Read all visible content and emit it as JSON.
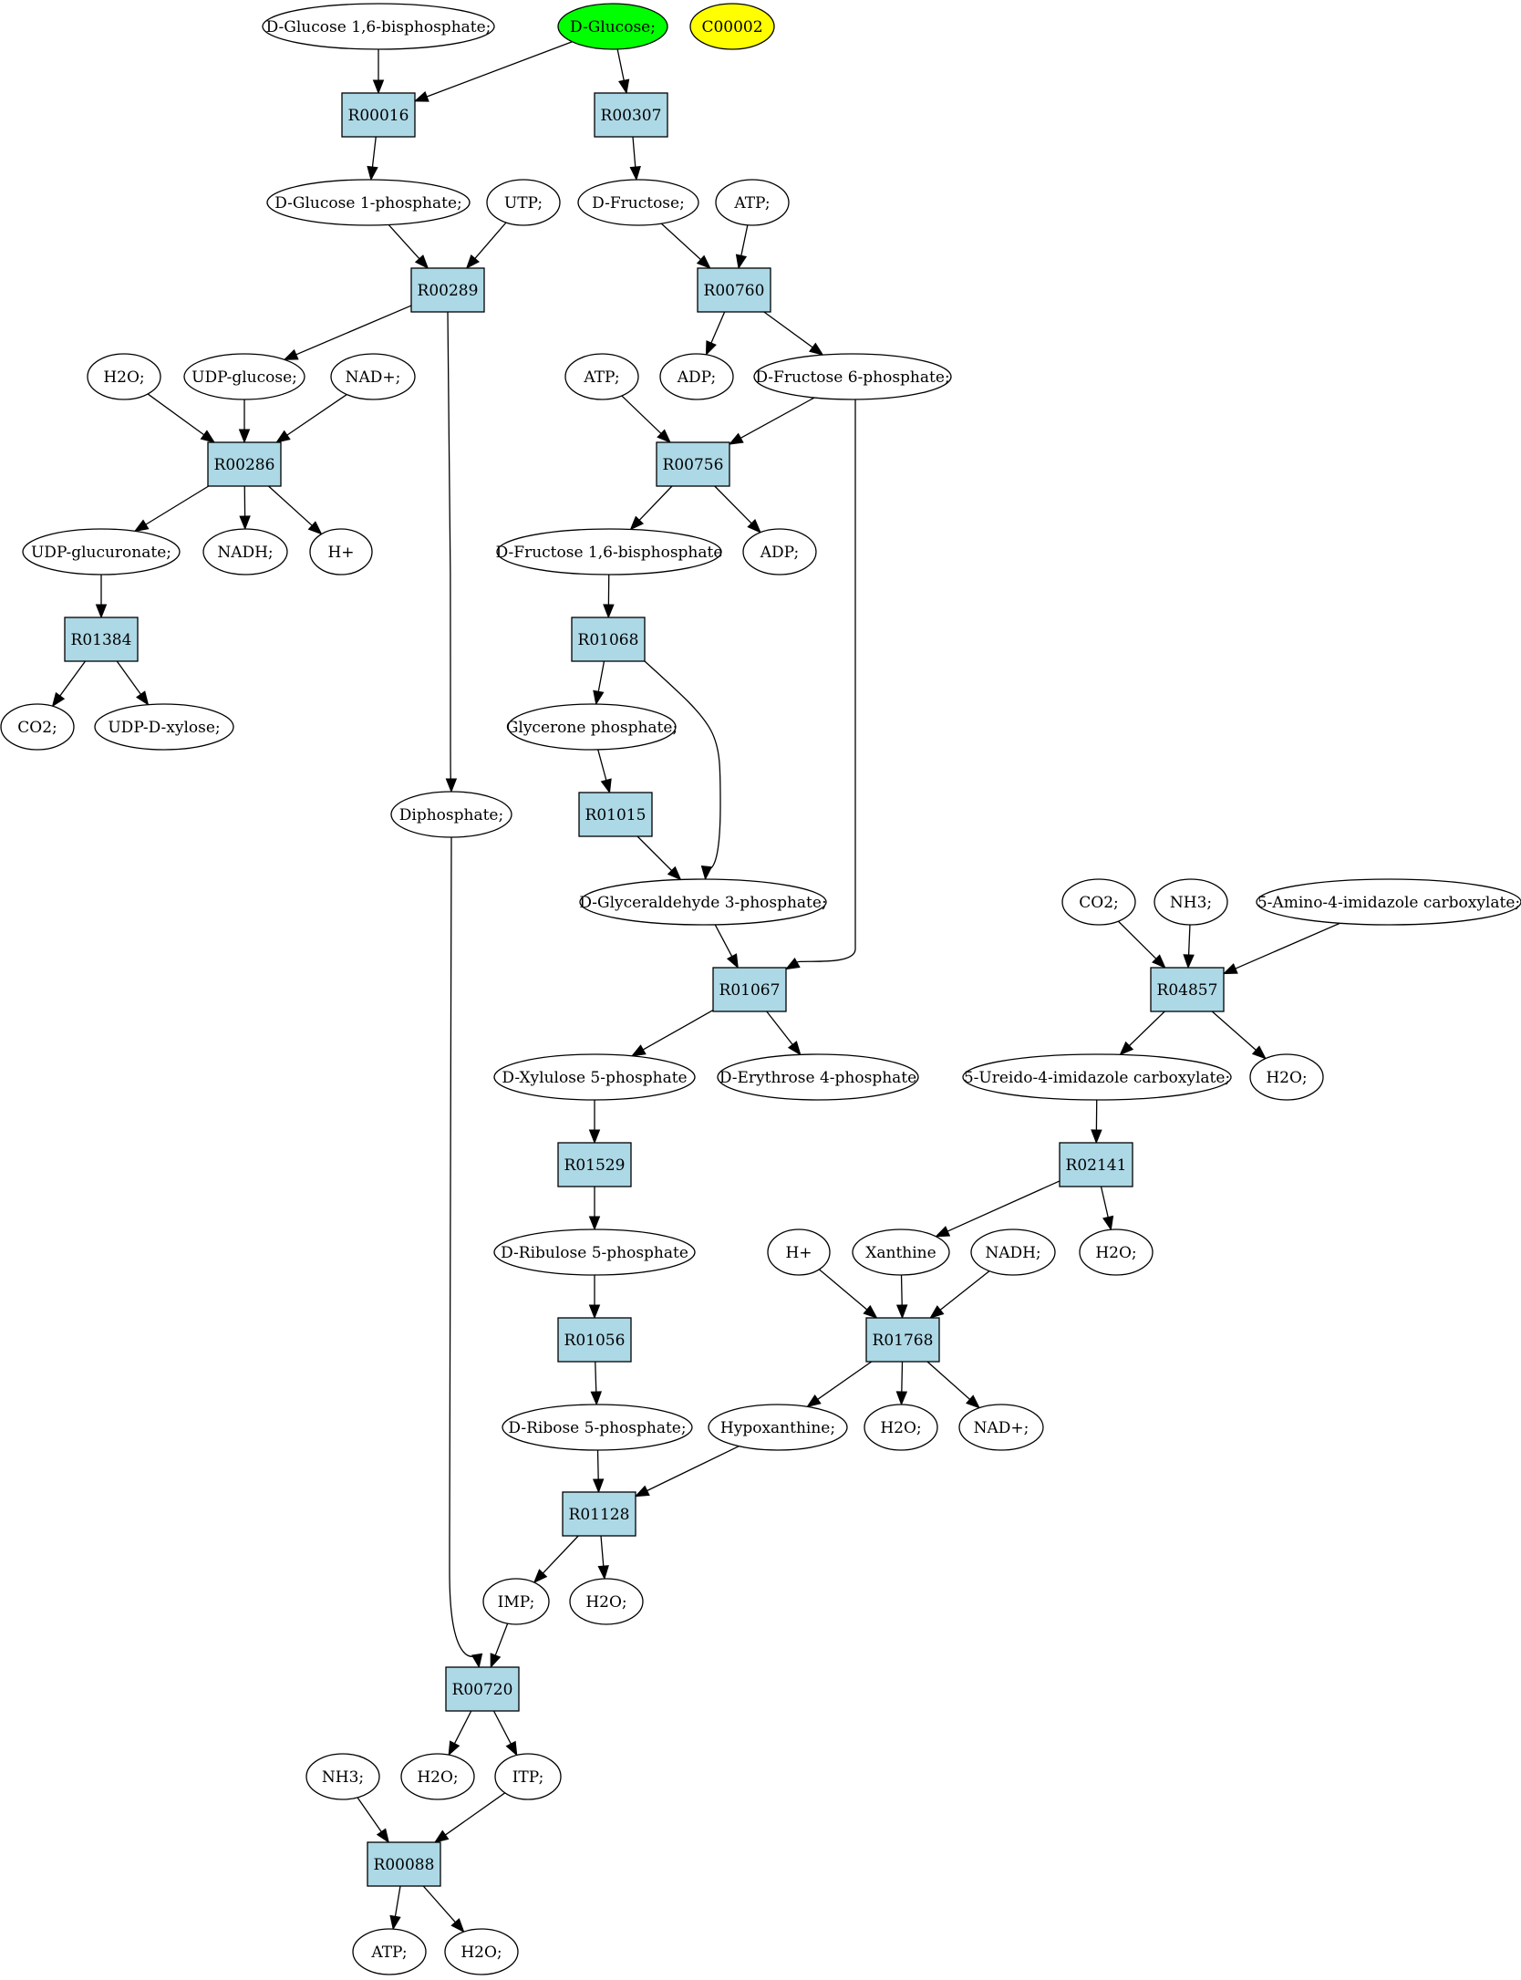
{
  "colors": {
    "compound": "#ffffff",
    "reaction": "#add8e6",
    "source_highlight": "#00ff00",
    "target_highlight": "#ffff00"
  },
  "nodes": [
    {
      "id": "c_g16bp",
      "kind": "compound",
      "label": "D-Glucose 1,6-bisphosphate;"
    },
    {
      "id": "c_glucose",
      "kind": "compound",
      "label": "D-Glucose;",
      "highlight": "source_highlight"
    },
    {
      "id": "c_c00002",
      "kind": "compound",
      "label": "C00002",
      "highlight": "target_highlight"
    },
    {
      "id": "r_R00016",
      "kind": "reaction",
      "label": "R00016"
    },
    {
      "id": "r_R00307",
      "kind": "reaction",
      "label": "R00307"
    },
    {
      "id": "c_g1p",
      "kind": "compound",
      "label": "D-Glucose 1-phosphate;"
    },
    {
      "id": "c_utp",
      "kind": "compound",
      "label": "UTP;"
    },
    {
      "id": "c_fructose",
      "kind": "compound",
      "label": "D-Fructose;"
    },
    {
      "id": "c_atp1",
      "kind": "compound",
      "label": "ATP;"
    },
    {
      "id": "r_R00289",
      "kind": "reaction",
      "label": "R00289"
    },
    {
      "id": "r_R00760",
      "kind": "reaction",
      "label": "R00760"
    },
    {
      "id": "c_h2o1",
      "kind": "compound",
      "label": "H2O;"
    },
    {
      "id": "c_udpglc",
      "kind": "compound",
      "label": "UDP-glucose;"
    },
    {
      "id": "c_nad1",
      "kind": "compound",
      "label": "NAD+;"
    },
    {
      "id": "c_atp2",
      "kind": "compound",
      "label": "ATP;"
    },
    {
      "id": "c_adp1",
      "kind": "compound",
      "label": "ADP;"
    },
    {
      "id": "c_f6p",
      "kind": "compound",
      "label": "D-Fructose 6-phosphate;"
    },
    {
      "id": "r_R00286",
      "kind": "reaction",
      "label": "R00286"
    },
    {
      "id": "r_R00756",
      "kind": "reaction",
      "label": "R00756"
    },
    {
      "id": "c_udpgluc",
      "kind": "compound",
      "label": "UDP-glucuronate;"
    },
    {
      "id": "c_nadh1",
      "kind": "compound",
      "label": "NADH;"
    },
    {
      "id": "c_hplus1",
      "kind": "compound",
      "label": "H+"
    },
    {
      "id": "c_fbp",
      "kind": "compound",
      "label": "D-Fructose 1,6-bisphosphate"
    },
    {
      "id": "c_adp2",
      "kind": "compound",
      "label": "ADP;"
    },
    {
      "id": "r_R01384",
      "kind": "reaction",
      "label": "R01384"
    },
    {
      "id": "r_R01068",
      "kind": "reaction",
      "label": "R01068"
    },
    {
      "id": "c_co2a",
      "kind": "compound",
      "label": "CO2;"
    },
    {
      "id": "c_udpxyl",
      "kind": "compound",
      "label": "UDP-D-xylose;"
    },
    {
      "id": "c_dhap",
      "kind": "compound",
      "label": "Glycerone phosphate;"
    },
    {
      "id": "r_R01015",
      "kind": "reaction",
      "label": "R01015"
    },
    {
      "id": "c_diphos",
      "kind": "compound",
      "label": "Diphosphate;"
    },
    {
      "id": "c_gap",
      "kind": "compound",
      "label": "D-Glyceraldehyde 3-phosphate;"
    },
    {
      "id": "c_co2b",
      "kind": "compound",
      "label": "CO2;"
    },
    {
      "id": "c_nh3a",
      "kind": "compound",
      "label": "NH3;"
    },
    {
      "id": "c_aic",
      "kind": "compound",
      "label": "5-Amino-4-imidazole carboxylate;"
    },
    {
      "id": "r_R01067",
      "kind": "reaction",
      "label": "R01067"
    },
    {
      "id": "r_R04857",
      "kind": "reaction",
      "label": "R04857"
    },
    {
      "id": "c_x5p",
      "kind": "compound",
      "label": "D-Xylulose 5-phosphate"
    },
    {
      "id": "c_e4p",
      "kind": "compound",
      "label": "D-Erythrose 4-phosphate"
    },
    {
      "id": "c_uic",
      "kind": "compound",
      "label": "5-Ureido-4-imidazole carboxylate;"
    },
    {
      "id": "c_h2o2",
      "kind": "compound",
      "label": "H2O;"
    },
    {
      "id": "r_R01529",
      "kind": "reaction",
      "label": "R01529"
    },
    {
      "id": "r_R02141",
      "kind": "reaction",
      "label": "R02141"
    },
    {
      "id": "c_ru5p",
      "kind": "compound",
      "label": "D-Ribulose 5-phosphate"
    },
    {
      "id": "c_hplus2",
      "kind": "compound",
      "label": "H+"
    },
    {
      "id": "c_xanthine",
      "kind": "compound",
      "label": "Xanthine"
    },
    {
      "id": "c_nadh2",
      "kind": "compound",
      "label": "NADH;"
    },
    {
      "id": "c_h2o3",
      "kind": "compound",
      "label": "H2O;"
    },
    {
      "id": "r_R01056",
      "kind": "reaction",
      "label": "R01056"
    },
    {
      "id": "r_R01768",
      "kind": "reaction",
      "label": "R01768"
    },
    {
      "id": "c_r5p",
      "kind": "compound",
      "label": "D-Ribose 5-phosphate;"
    },
    {
      "id": "c_hypox",
      "kind": "compound",
      "label": "Hypoxanthine;"
    },
    {
      "id": "c_h2o4",
      "kind": "compound",
      "label": "H2O;"
    },
    {
      "id": "c_nad2",
      "kind": "compound",
      "label": "NAD+;"
    },
    {
      "id": "r_R01128",
      "kind": "reaction",
      "label": "R01128"
    },
    {
      "id": "c_imp",
      "kind": "compound",
      "label": "IMP;"
    },
    {
      "id": "c_h2o5",
      "kind": "compound",
      "label": "H2O;"
    },
    {
      "id": "r_R00720",
      "kind": "reaction",
      "label": "R00720"
    },
    {
      "id": "c_nh3b",
      "kind": "compound",
      "label": "NH3;"
    },
    {
      "id": "c_h2o6",
      "kind": "compound",
      "label": "H2O;"
    },
    {
      "id": "c_itp",
      "kind": "compound",
      "label": "ITP;"
    },
    {
      "id": "r_R00088",
      "kind": "reaction",
      "label": "R00088"
    },
    {
      "id": "c_atp3",
      "kind": "compound",
      "label": "ATP;"
    },
    {
      "id": "c_h2o7",
      "kind": "compound",
      "label": "H2O;"
    }
  ],
  "edges": [
    {
      "from": "c_g16bp",
      "to": "r_R00016"
    },
    {
      "from": "c_glucose",
      "to": "r_R00016"
    },
    {
      "from": "c_glucose",
      "to": "r_R00307"
    },
    {
      "from": "r_R00016",
      "to": "c_g1p"
    },
    {
      "from": "r_R00307",
      "to": "c_fructose"
    },
    {
      "from": "c_g1p",
      "to": "r_R00289"
    },
    {
      "from": "c_utp",
      "to": "r_R00289"
    },
    {
      "from": "c_fructose",
      "to": "r_R00760"
    },
    {
      "from": "c_atp1",
      "to": "r_R00760"
    },
    {
      "from": "r_R00289",
      "to": "c_udpglc"
    },
    {
      "from": "r_R00289",
      "to": "c_diphos"
    },
    {
      "from": "r_R00760",
      "to": "c_adp1"
    },
    {
      "from": "r_R00760",
      "to": "c_f6p"
    },
    {
      "from": "c_h2o1",
      "to": "r_R00286"
    },
    {
      "from": "c_udpglc",
      "to": "r_R00286"
    },
    {
      "from": "c_nad1",
      "to": "r_R00286"
    },
    {
      "from": "c_atp2",
      "to": "r_R00756"
    },
    {
      "from": "c_f6p",
      "to": "r_R00756"
    },
    {
      "from": "c_f6p",
      "to": "r_R01067"
    },
    {
      "from": "r_R00286",
      "to": "c_udpgluc"
    },
    {
      "from": "r_R00286",
      "to": "c_nadh1"
    },
    {
      "from": "r_R00286",
      "to": "c_hplus1"
    },
    {
      "from": "r_R00756",
      "to": "c_fbp"
    },
    {
      "from": "r_R00756",
      "to": "c_adp2"
    },
    {
      "from": "c_udpgluc",
      "to": "r_R01384"
    },
    {
      "from": "c_fbp",
      "to": "r_R01068"
    },
    {
      "from": "r_R01384",
      "to": "c_co2a"
    },
    {
      "from": "r_R01384",
      "to": "c_udpxyl"
    },
    {
      "from": "r_R01068",
      "to": "c_dhap"
    },
    {
      "from": "r_R01068",
      "to": "c_gap"
    },
    {
      "from": "c_dhap",
      "to": "r_R01015"
    },
    {
      "from": "r_R01015",
      "to": "c_gap"
    },
    {
      "from": "c_gap",
      "to": "r_R01067"
    },
    {
      "from": "c_co2b",
      "to": "r_R04857"
    },
    {
      "from": "c_nh3a",
      "to": "r_R04857"
    },
    {
      "from": "c_aic",
      "to": "r_R04857"
    },
    {
      "from": "r_R01067",
      "to": "c_x5p"
    },
    {
      "from": "r_R01067",
      "to": "c_e4p"
    },
    {
      "from": "r_R04857",
      "to": "c_uic"
    },
    {
      "from": "r_R04857",
      "to": "c_h2o2"
    },
    {
      "from": "c_x5p",
      "to": "r_R01529"
    },
    {
      "from": "c_uic",
      "to": "r_R02141"
    },
    {
      "from": "r_R01529",
      "to": "c_ru5p"
    },
    {
      "from": "r_R02141",
      "to": "c_xanthine"
    },
    {
      "from": "r_R02141",
      "to": "c_h2o3"
    },
    {
      "from": "c_ru5p",
      "to": "r_R01056"
    },
    {
      "from": "c_hplus2",
      "to": "r_R01768"
    },
    {
      "from": "c_xanthine",
      "to": "r_R01768"
    },
    {
      "from": "c_nadh2",
      "to": "r_R01768"
    },
    {
      "from": "r_R01056",
      "to": "c_r5p"
    },
    {
      "from": "r_R01768",
      "to": "c_hypox"
    },
    {
      "from": "r_R01768",
      "to": "c_h2o4"
    },
    {
      "from": "r_R01768",
      "to": "c_nad2"
    },
    {
      "from": "c_r5p",
      "to": "r_R01128"
    },
    {
      "from": "c_hypox",
      "to": "r_R01128"
    },
    {
      "from": "r_R01128",
      "to": "c_imp"
    },
    {
      "from": "r_R01128",
      "to": "c_h2o5"
    },
    {
      "from": "c_diphos",
      "to": "r_R00720"
    },
    {
      "from": "c_imp",
      "to": "r_R00720"
    },
    {
      "from": "r_R00720",
      "to": "c_h2o6"
    },
    {
      "from": "r_R00720",
      "to": "c_itp"
    },
    {
      "from": "c_nh3b",
      "to": "r_R00088"
    },
    {
      "from": "c_itp",
      "to": "r_R00088"
    },
    {
      "from": "r_R00088",
      "to": "c_atp3"
    },
    {
      "from": "r_R00088",
      "to": "c_h2o7"
    }
  ]
}
